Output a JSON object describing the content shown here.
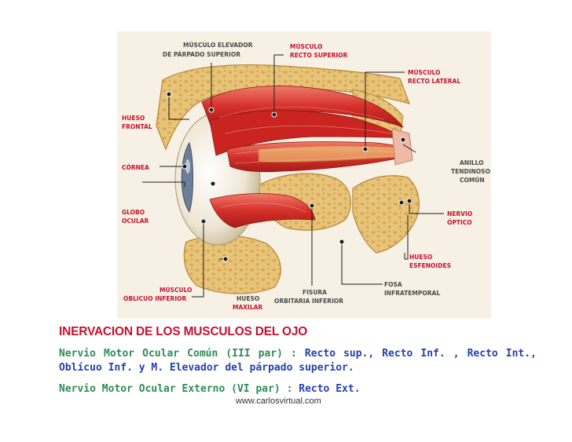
{
  "labels": {
    "elevador": [
      "MÚSCULO  ELEVADOR",
      "DE PÁRPADO SUPERIOR"
    ],
    "recto_superior": [
      "MÚSCULO",
      "RECTO SUPERIOR"
    ],
    "recto_lateral": [
      "MÚSCULO",
      "RECTO LATERAL"
    ],
    "hueso_frontal": [
      "HUESO",
      "FRONTAL"
    ],
    "cornea": [
      "CÓRNEA"
    ],
    "anillo": [
      "ANILLO",
      "TENDINOSO",
      "COMÚN"
    ],
    "globo": [
      "GLOBO",
      "OCULAR"
    ],
    "nervio_optico": [
      "NERVIO",
      "ÓPTICO"
    ],
    "hueso_esfenoides": [
      "HUESO",
      "ESFENOIDES"
    ],
    "oblicuo": [
      "MÚSCULO",
      "OBLICUO INFERIOR"
    ],
    "maxilar": [
      "HUESO",
      "MAXILAR"
    ],
    "fisura": [
      "FISURA",
      "ORBITARIA INFERIOR"
    ],
    "fosa": [
      "FOSA",
      "INFRATEMPORAL"
    ]
  },
  "caption": {
    "title": "INERVACION DE LOS MUSCULOS DEL OJO",
    "line1_words": [
      "Nervio",
      "Motor",
      "Ocular",
      "Común",
      "(III",
      "par)",
      ":",
      "Recto",
      "sup.,",
      "Recto",
      "Inf.",
      ",",
      "Recto",
      "Int.,"
    ],
    "line2_muscles": "Oblícuo Inf. y M. Elevador del párpado superior.",
    "line3_nerve": "Nervio Motor Ocular Externo (VI par)",
    "line3_colon": " : ",
    "line3_muscle": "Recto Ext."
  },
  "watermark": "www.carlosvirtual.com",
  "colors": {
    "bone": "#e7c47a",
    "bone_dark": "#c9963e",
    "muscle": "#d4302a",
    "muscle_light": "#ec6a5e",
    "background_panel": "#f6f1e4",
    "title_red": "#c8102e",
    "text_green": "#2e8b57",
    "text_blue": "#2440b3"
  }
}
